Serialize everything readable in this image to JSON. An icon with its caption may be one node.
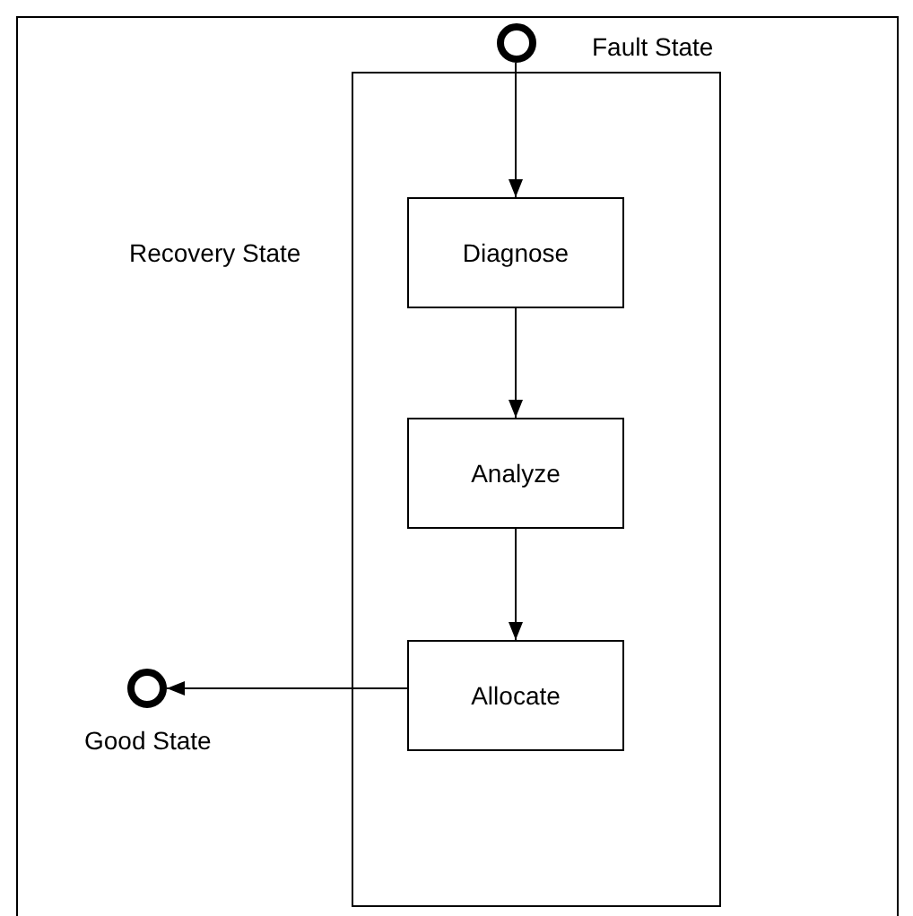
{
  "diagram": {
    "nodes": [
      {
        "text": [],
        "shape": "circle",
        "beside": [
          "Fault State"
        ]
      },
      {
        "text": [
          "Recovery State"
        ]
      },
      {
        "text": [
          "Diagnose"
        ],
        "in": 1
      },
      {
        "text": [
          "Analyze"
        ],
        "in": 1
      },
      {
        "text": [
          "Allocate"
        ],
        "in": 1
      },
      {
        "text": [],
        "shape": "circle",
        "beside": [
          "Good State"
        ]
      }
    ],
    "edges": [
      {
        "from": 0,
        "to": 2,
        "arrow": "to"
      },
      {
        "from": 2,
        "to": 3,
        "arrow": "to"
      },
      {
        "from": 3,
        "to": 4,
        "arrow": "to"
      },
      {
        "from": 4,
        "to": 5,
        "arrow": "to"
      }
    ]
  }
}
